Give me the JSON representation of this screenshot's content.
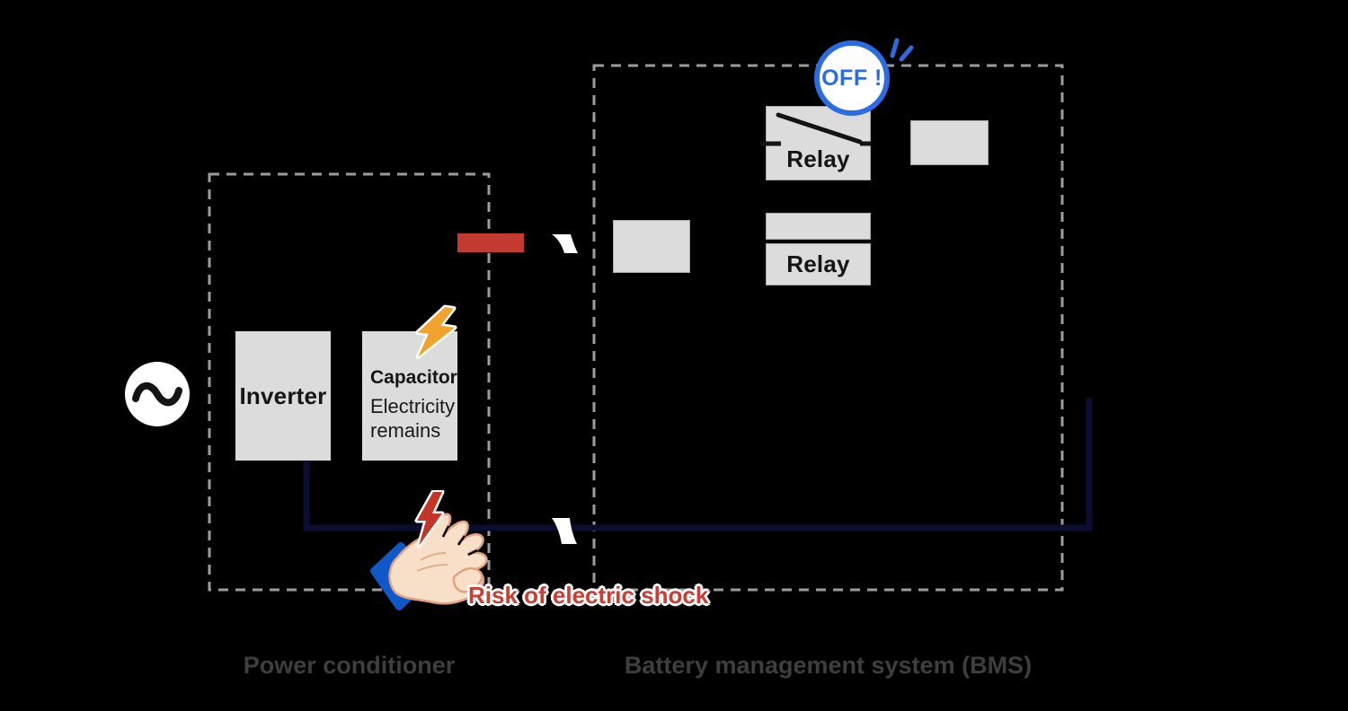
{
  "sections": {
    "power_conditioner": {
      "label": "Power conditioner",
      "inverter_label": "Inverter",
      "capacitor_title": "Capacitor",
      "capacitor_note_line1": "Electricity",
      "capacitor_note_line2": "remains"
    },
    "bms": {
      "label": "Battery management system (BMS)",
      "off_badge_label": "OFF !",
      "relay_open_label": "Relay",
      "relay_closed_label": "Relay"
    }
  },
  "warning": {
    "risk_label": "Risk of electric shock"
  },
  "icons": {
    "ac_source": "ac-sine-wave-icon",
    "capacitor_surge": "orange-lightning-bolt-icon",
    "electric_shock": "red-lightning-bolt-icon",
    "hand": "reaching-hand-icon",
    "flow_arrow_top": "white-curved-arrow-icon",
    "flow_arrow_bottom": "white-curved-arrow-icon",
    "off_emphasis": "emphasis-spark-marks-icon"
  },
  "colors": {
    "background": "#000000",
    "box_fill": "#dcdcdc",
    "dashed_border": "#9c9c9c",
    "wire_navy": "#0a0e33",
    "accent_blue": "#2b6ce2",
    "warning_red": "#cd3c31",
    "terminal_red": "#c23a30",
    "bolt_orange": "#f2a32d",
    "sleeve_blue": "#0f58c7",
    "skin_tone": "#f8e0c8",
    "section_label_gray": "#3e3e3e"
  }
}
